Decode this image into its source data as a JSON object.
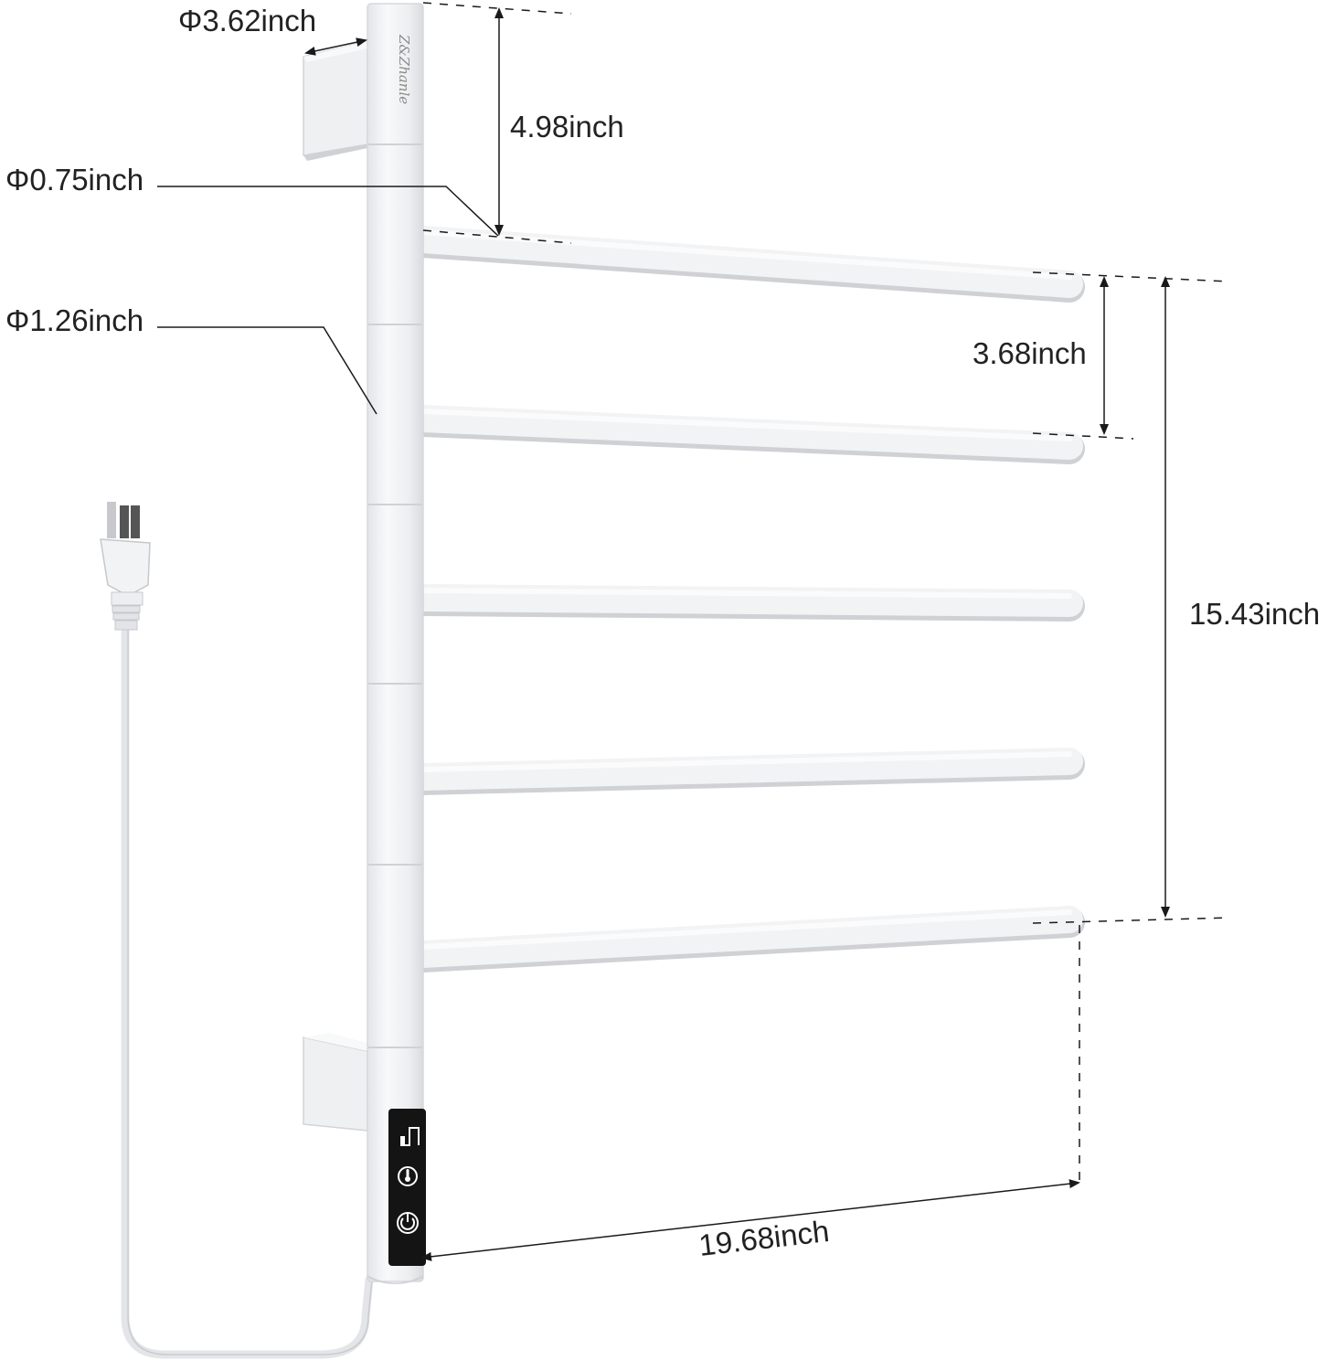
{
  "product": {
    "brand": "Z&Zhanle",
    "bar_count": 5
  },
  "dimensions": {
    "mount_diameter": "Φ3.62inch",
    "top_offset": "4.98inch",
    "bar_diameter": "Φ0.75inch",
    "pole_diameter": "Φ1.26inch",
    "bar_spacing": "3.68inch",
    "total_span": "15.43inch",
    "bar_length": "19.68inch"
  },
  "controls": {
    "buttons": [
      "mode-icon",
      "thermometer-icon",
      "power-icon"
    ]
  },
  "colors": {
    "body": "#f3f4f6",
    "shadow": "#d6d8dc",
    "line": "#1a1a1a",
    "panel": "#141414"
  }
}
